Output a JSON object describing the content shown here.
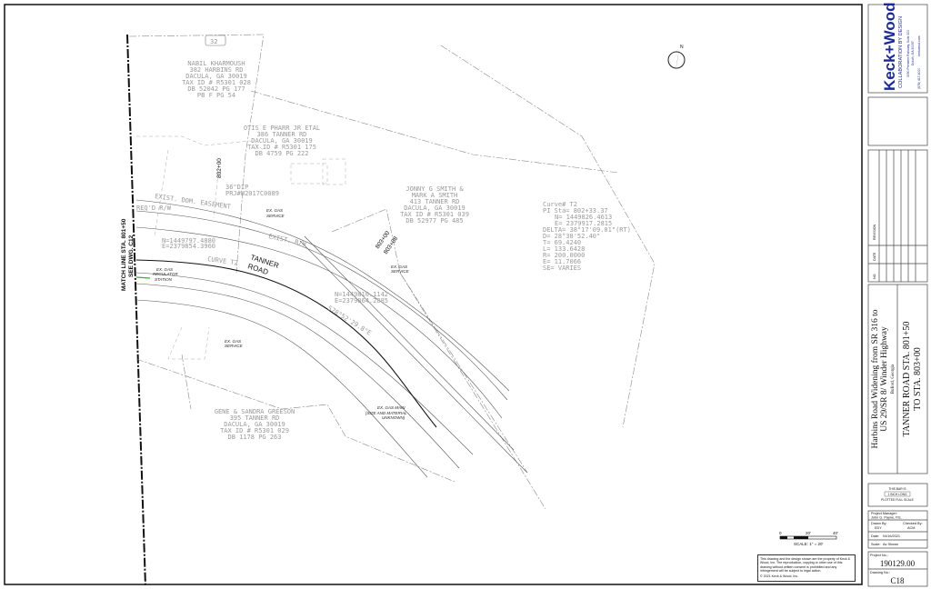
{
  "route_shield": "32",
  "parcels": [
    {
      "lines": [
        "NABIL KHARMOUSH",
        "382 HARBINS RD",
        "DACULA, GA 30019",
        "TAX ID # R5301 028",
        "DB 52042 PG 177",
        "PB F PG 54"
      ]
    },
    {
      "lines": [
        "OTIS E PHARR JR ETAL",
        "386 TANNER RD",
        "DACULA, GA 30019",
        "TAX ID # R5301 175",
        "DB 4759 PG 222"
      ]
    },
    {
      "lines": [
        "JONNY G SMITH &",
        "MARK A SMITH",
        "413 TANNER RD",
        "DACULA, GA 30019",
        "TAX ID # R5301 039",
        "DB 52977 PG 485"
      ]
    },
    {
      "lines": [
        "GENE & SANDRA GREESON",
        "395 TANNER RD",
        "DACULA, GA 30019",
        "TAX ID # R5301 029",
        "DB 1178 PG 263"
      ]
    }
  ],
  "curve": {
    "lines": [
      "Curve# T2",
      "PI Sta= 802+33.37",
      "N= 1449826.4613",
      "E= 2379917.2815",
      "DELTA= 38°17'09.01\"(RT)",
      "D= 28°38'52.40\"",
      "T= 69.4240",
      "L= 133.6428",
      "R= 200.0000",
      "E= 11.7066",
      "SE= VARIES"
    ]
  },
  "road": {
    "name1": "TANNER",
    "name2": "ROAD",
    "curve_label": "CURVE T2",
    "bearing": "S78°52'29.8\"E"
  },
  "stations": {
    "s802": "802+00",
    "s803": "803+00",
    "s803b": "803+08"
  },
  "match_line": {
    "line1": "MATCH LINE STA. 801+50",
    "line2": "SEE DWG. C12"
  },
  "coords": {
    "a_n": "N=1449797.4880",
    "a_e": "E=2379854.3960",
    "b_n": "N=1449810.1142",
    "b_e": "E=2379864.2885"
  },
  "notes": {
    "gas_service": [
      "EX. GAS",
      "SERVICE"
    ],
    "gas_regulator": [
      "EX. GAS",
      "REGULATOR",
      "STATION"
    ],
    "gas_main": [
      "EX. GAS MAIN",
      "(SIZE AND MATERIAL",
      "UNKNOWN)"
    ],
    "reqd_rw": "REQ'D R/W",
    "exist_row": "EXIST. R/W",
    "dp": "36\"DIP",
    "dp_sub": "PRJ#W2017C0089",
    "easement": "EXIST. DOM. EASEMENT"
  },
  "scale_bar": {
    "t0": "0",
    "t1": "20'",
    "t2": "40'",
    "label": "SCALE: 1\" = 20'"
  },
  "disclaimer": {
    "text": "This drawing and the design shown are the property of Keck & Wood, Inc. The reproduction, copying or other use of this drawing without written consent is prohibited and any infringement will be subject to legal action.",
    "copyright": "© 2021 Keck & Wood, Inc."
  },
  "title_block": {
    "logo": "Keck+Wood",
    "tagline": "COLLABORATION BY DESIGN",
    "address1": "3090 Premiere Parkway, Suite 200",
    "address2": "Duluth, GA 30097",
    "phone": "(678) 417-4000",
    "web": "keckwood.com",
    "revision_headers": {
      "no": "NO.",
      "date": "DATE",
      "revision": "REVISION"
    },
    "project_title1": "Harbins Road Widening from SR 316 to",
    "project_title2": "US 29/SR 8/ Winder Highway",
    "project_location": "Buford, Georgia",
    "sheet_title1": "TANNER ROAD STA. 801+50",
    "sheet_title2": "TO STA. 803+00",
    "bar_note1": "THIS BAR IS",
    "bar_note2": "1 INCH LONG",
    "bar_note3": "PLOTTED FULL SCALE",
    "project_manager_label": "Project Manager:",
    "project_manager": "John G. Payne, P.E.",
    "drawn_by_label": "Drawn By:",
    "drawn_by": "EDY",
    "checked_by_label": "Checked By:",
    "checked_by": "ACM",
    "date_label": "Date:",
    "date": "04/16/2021",
    "scale_label": "Scale:",
    "scale": "As Shown",
    "project_no_label": "Project No.:",
    "project_no": "190129.00",
    "drawing_no_label": "Drawing No.:",
    "drawing_no": "C18"
  },
  "colors": {
    "brand": "#1a2a9c",
    "linework": "#555555",
    "annotation": "#9a9a9a"
  }
}
